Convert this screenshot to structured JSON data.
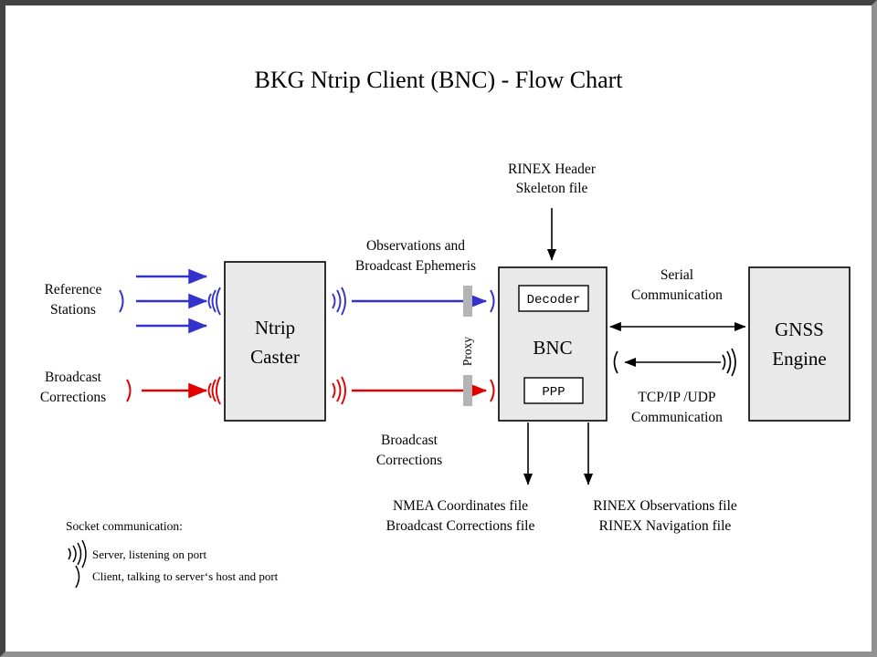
{
  "page": {
    "title": "BKG Ntrip Client (BNC)  -  Flow Chart",
    "frame_border_dark": "#434343",
    "frame_border_light": "#919191",
    "background": "#ffffff"
  },
  "colors": {
    "box_fill": "#e9e9e9",
    "box_stroke": "#000000",
    "blue_arrow": "#3333cc",
    "red_arrow": "#e00000",
    "black_arrow": "#000000",
    "proxy_bar": "#b4b4b4",
    "subbox_fill": "#ffffff"
  },
  "nodes": {
    "reference_stations": {
      "line1": "Reference",
      "line2": "Stations"
    },
    "broadcast_corrections_src": {
      "line1": "Broadcast",
      "line2": "Corrections"
    },
    "ntrip_caster": {
      "line1": "Ntrip",
      "line2": "Caster"
    },
    "bnc": {
      "label": "BNC",
      "decoder": "Decoder",
      "ppp": "PPP"
    },
    "gnss_engine": {
      "line1": "GNSS",
      "line2": "Engine"
    },
    "proxy": {
      "label": "Proxy"
    }
  },
  "edge_labels": {
    "rinex_header": {
      "line1": "RINEX Header",
      "line2": "Skeleton file"
    },
    "observations": {
      "line1": "Observations and",
      "line2": "Broadcast Ephemeris"
    },
    "broadcast_corrections": {
      "line1": "Broadcast",
      "line2": "Corrections"
    },
    "serial": {
      "line1": "Serial",
      "line2": "Communication"
    },
    "tcpip": {
      "line1": "TCP/IP /UDP",
      "line2": "Communication"
    },
    "output_left": {
      "line1": "NMEA Coordinates file",
      "line2": "Broadcast Corrections file"
    },
    "output_right": {
      "line1": "RINEX Observations file",
      "line2": "RINEX Navigation file"
    }
  },
  "legend": {
    "heading": "Socket communication:",
    "server_icon": "server-antenna-icon",
    "server_text": "Server, listening  on port",
    "client_icon": "client-paren-icon",
    "client_text": "Client, talking to server‘s host and port"
  }
}
